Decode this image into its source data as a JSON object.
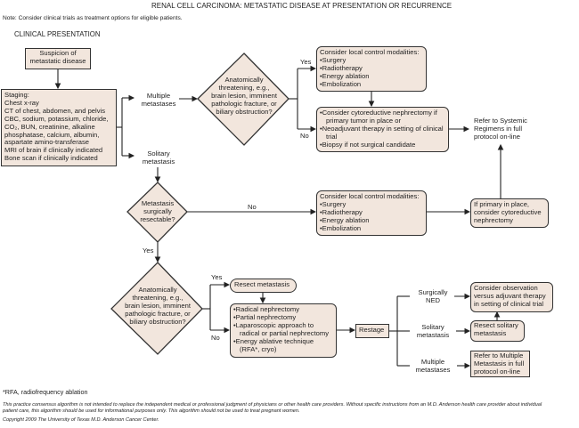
{
  "title": "RENAL CELL CARCINOMA: METASTATIC DISEASE AT PRESENTATION OR RECURRENCE",
  "note": "Note: Consider clinical trials as treatment options for eligible patients.",
  "section_heading": "CLINICAL PRESENTATION",
  "nodes": {
    "suspicion": [
      "Suspicion of",
      "metastatic disease"
    ],
    "staging": [
      "Staging:",
      "Chest x-ray",
      "CT of chest, abdomen, and pelvis",
      "CBC, sodium, potassium, chloride,",
      "CO₂, BUN, creatinine, alkaline",
      "phosphatase, calcium, albumin,",
      "aspartate amino-transferase",
      "MRI of brain if clinically indicated",
      "Bone scan if clinically indicated"
    ],
    "multiple_label": [
      "Multiple",
      "metastases"
    ],
    "solitary_label": [
      "Solitary",
      "metastasis"
    ],
    "diamond_threat_1": [
      "Anatomically",
      "threatening, e.g.,",
      "brain lesion, imminent",
      "pathologic fracture, or",
      "biliary obstruction?"
    ],
    "local_control_1": {
      "heading": "Consider local control modalities:",
      "items": [
        "Surgery",
        "Radiotherapy",
        "Energy ablation",
        "Embolization"
      ]
    },
    "cytoreductive": {
      "items": [
        "Consider cytoreductive nephrectomy if primary tumor in place or",
        "Neoadjuvant therapy in setting of clinical trial",
        "Biopsy if not surgical candidate"
      ]
    },
    "refer_systemic": [
      "Refer to Systemic",
      "Regimens in full",
      "protocol on-line"
    ],
    "diamond_resectable": [
      "Metastasis",
      "surgically",
      "resectable?"
    ],
    "local_control_2": {
      "heading": "Consider local control modalities:",
      "items": [
        "Surgery",
        "Radiotherapy",
        "Energy ablation",
        "Embolization"
      ]
    },
    "primary_in_place": [
      "If primary in place,",
      "consider cytoreductive",
      "nephrectomy"
    ],
    "diamond_threat_2": [
      "Anatomically",
      "threatening, e.g.,",
      "brain lesion, imminent",
      "pathologic fracture, or",
      "biliary obstruction?"
    ],
    "resect_metastasis": "Resect metastasis",
    "nephrectomy_options": {
      "items": [
        "Radical nephrectomy",
        "Partial nephrectomy",
        "Laparoscopic approach to radical or partial nephrectomy",
        "Energy ablative technique (RFA*, cryo)"
      ]
    },
    "restage": "Restage",
    "surgically_ned_label": [
      "Surgically",
      "NED"
    ],
    "solitary_label_2": [
      "Solitary",
      "metastasis"
    ],
    "multiple_label_2": [
      "Multiple",
      "metastases"
    ],
    "observation": [
      "Consider observation",
      "versus adjuvant therapy",
      "in setting of clinical trial"
    ],
    "resect_solitary": [
      "Resect solitary",
      "metastasis"
    ],
    "refer_multiple": [
      "Refer to Multiple",
      "Metastasis in full",
      "protocol on-line"
    ]
  },
  "edge_labels": {
    "yes": "Yes",
    "no": "No"
  },
  "footnote": "*RFA, radiofrequency ablation",
  "disclaimer": [
    "This practice consensus algorithm is not intended to replace the independent medical or professional judgment of physicians or other health care providers. Without specific instructions from an M.D. Anderson health care provider about individual",
    "patient care, this algorithm should be used for informational purposes only. This algorithm should not be used to treat pregnant women."
  ],
  "copyright": "Copyright 2009 The University of Texas M.D. Anderson Cancer Center.",
  "colors": {
    "box_fill": "#f2e6dd",
    "stroke": "#333333"
  }
}
